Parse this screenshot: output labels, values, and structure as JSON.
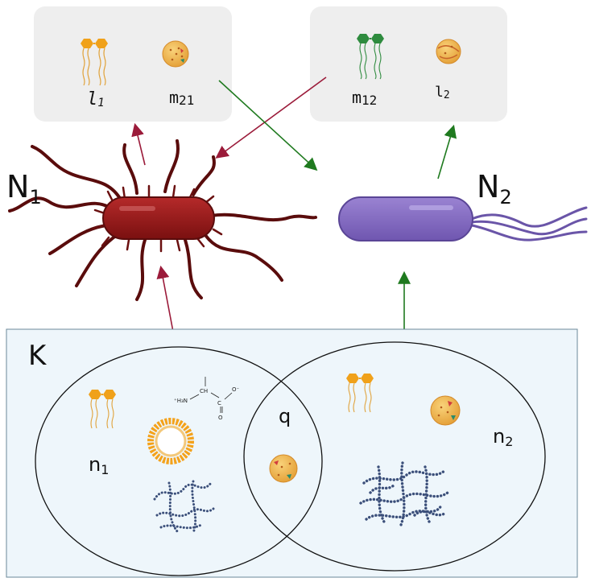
{
  "boxes": {
    "left": {
      "items": [
        {
          "label": "l",
          "sub": "1"
        },
        {
          "label": "m",
          "sub": "21"
        }
      ]
    },
    "right": {
      "items": [
        {
          "label": "m",
          "sub": "12"
        },
        {
          "label": "l",
          "sub": "2"
        }
      ]
    }
  },
  "organisms": [
    {
      "label": "N",
      "sub": "1",
      "color": "#8b1a1a",
      "flagella_color": "#5a0c0c"
    },
    {
      "label": "N",
      "sub": "2",
      "color": "#8a70c4",
      "flagella_color": "#6a55a8"
    }
  ],
  "environment": {
    "label": "K",
    "background": "#eef6fb",
    "regions": [
      {
        "label": "n",
        "sub": "1"
      },
      {
        "label": "q"
      },
      {
        "label": "n",
        "sub": "2"
      }
    ]
  },
  "colors": {
    "arrow_red": "#9b1b3a",
    "arrow_green": "#1f7a1f",
    "lipid_orange": "#f0a11a",
    "micelle_ring": "#f4a21b",
    "polymer_blue": "#3b4f7a",
    "box_gray": "#eeeeee"
  },
  "icons": [
    "lipid-icon",
    "cell-sphere-icon",
    "amino-acid-icon",
    "micelle-icon",
    "polymer-network-icon"
  ]
}
